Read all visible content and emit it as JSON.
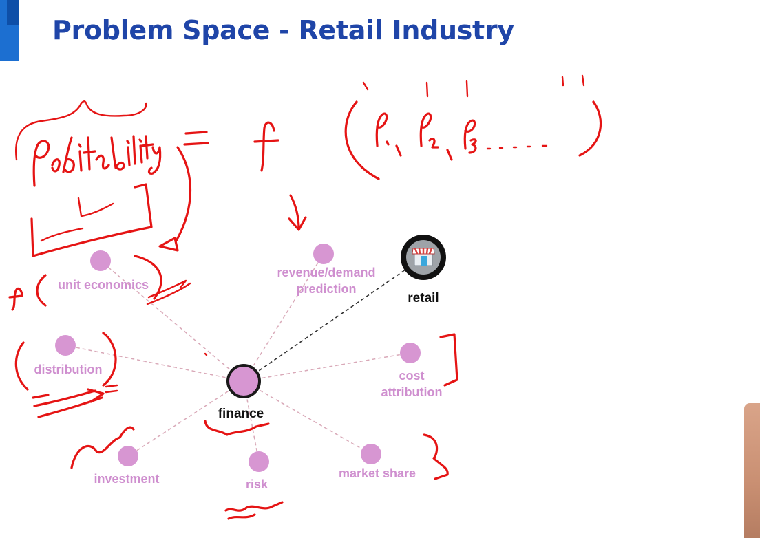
{
  "slide": {
    "title": "Problem Space - Retail Industry",
    "accent_color": "#1c6fd1",
    "title_color": "#1f45a8"
  },
  "diagram": {
    "hub": {
      "label": "finance"
    },
    "anchor": {
      "label": "retail",
      "icon": "storefront-icon"
    },
    "spokes": [
      {
        "id": "unit-economics",
        "label": "unit economics"
      },
      {
        "id": "revenue-demand-prediction",
        "lines": [
          "revenue/demand",
          "prediction"
        ]
      },
      {
        "id": "distribution",
        "label": "distribution"
      },
      {
        "id": "cost-attribution",
        "lines": [
          "cost",
          "attribution"
        ]
      },
      {
        "id": "investment",
        "label": "investment"
      },
      {
        "id": "risk",
        "label": "risk"
      },
      {
        "id": "market-share",
        "label": "market share"
      }
    ],
    "node_color": "#d796d2",
    "label_color": "#cf8fcf",
    "edge_color": "#d9a9b8"
  },
  "annotations": {
    "ink_color": "#e51414",
    "formula": {
      "lhs": "Profitability",
      "equals": "=",
      "func": "f",
      "args": "( P1 , P2 , P3 . . . . . )"
    }
  }
}
